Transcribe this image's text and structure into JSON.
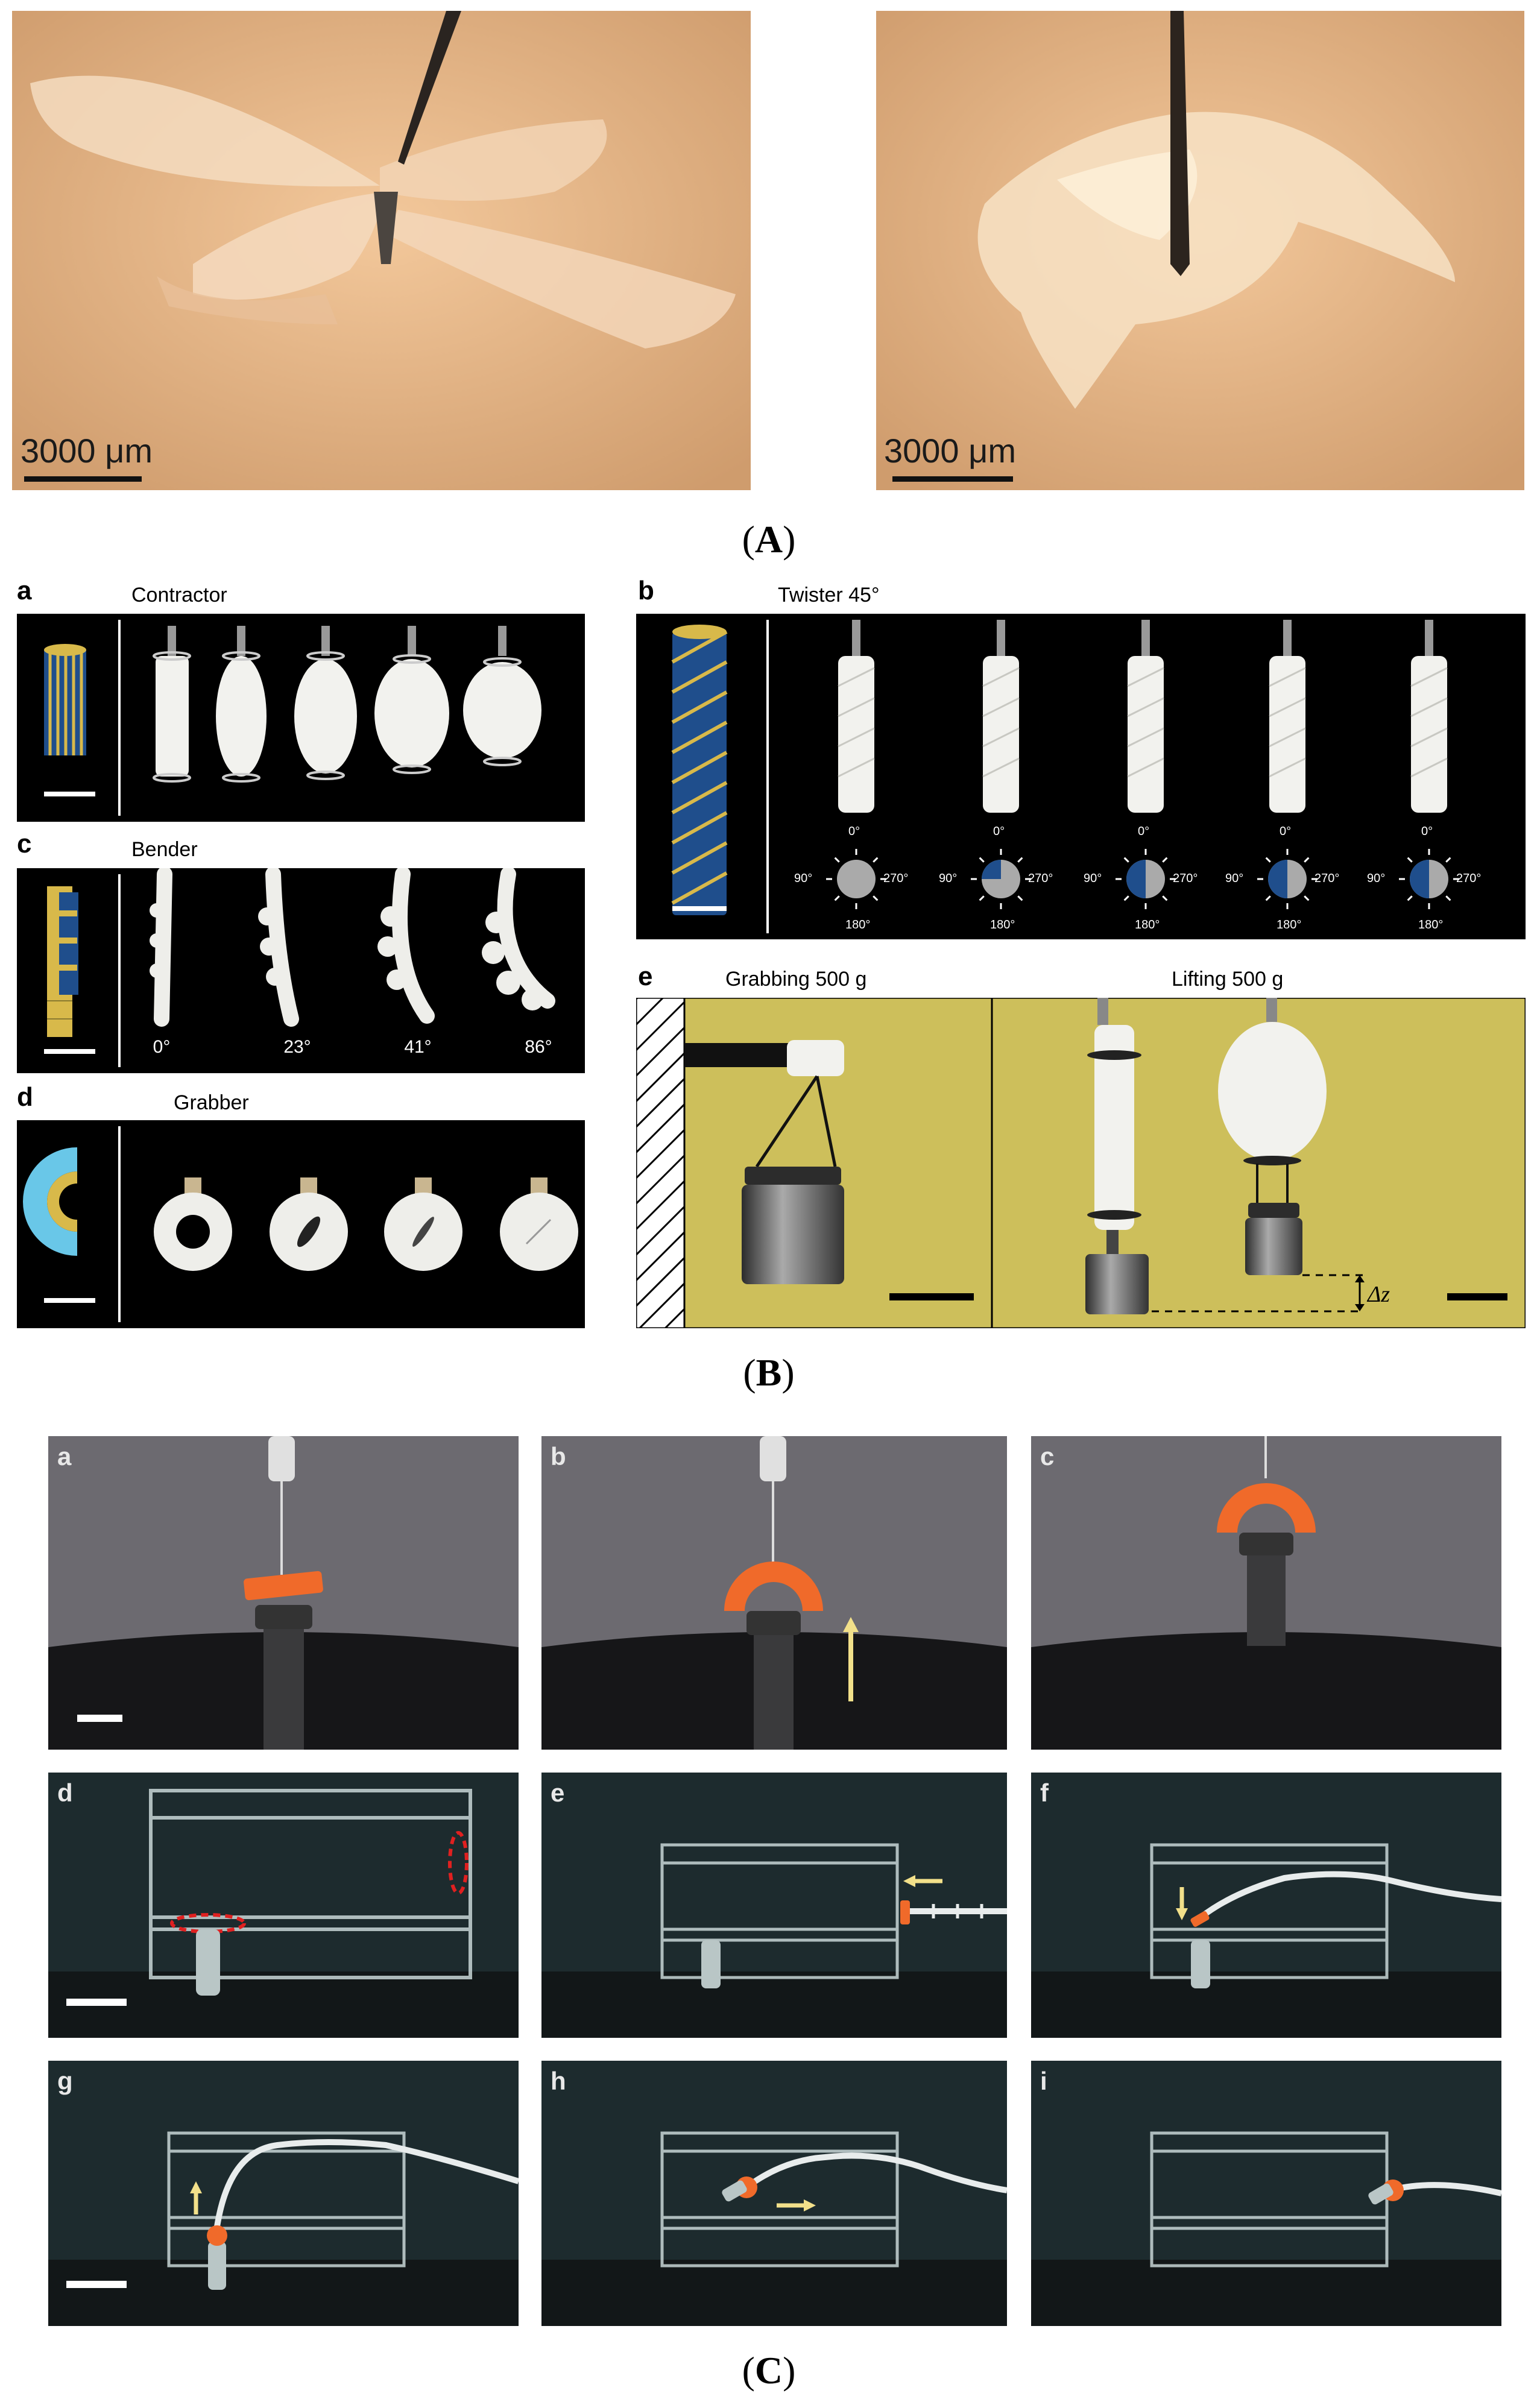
{
  "panelA": {
    "label_open": "(",
    "label_letter": "A",
    "label_close": ")",
    "left_scale": "3000 μm",
    "right_scale": "3000 μm"
  },
  "panelB": {
    "label_open": "(",
    "label_letter": "B",
    "label_close": ")",
    "a": {
      "letter": "a",
      "title": "Contractor"
    },
    "b": {
      "letter": "b",
      "title": "Twister 45°",
      "dial_labels": {
        "top": "0°",
        "left": "90°",
        "right": "270°",
        "bottom": "180°"
      },
      "dial_fills": [
        0,
        0.25,
        0.5,
        0.5,
        0.5
      ]
    },
    "c": {
      "letter": "c",
      "title": "Bender",
      "angles": [
        "0°",
        "23°",
        "41°",
        "86°"
      ]
    },
    "d": {
      "letter": "d",
      "title": "Grabber"
    },
    "e": {
      "letter": "e",
      "title_left": "Grabbing 500 g",
      "title_right": "Lifting 500 g",
      "delta": "Δz"
    }
  },
  "panelC": {
    "label_open": "(",
    "label_letter": "C",
    "label_close": ")",
    "frames": [
      "a",
      "b",
      "c",
      "d",
      "e",
      "f",
      "g",
      "h",
      "i"
    ]
  },
  "colors": {
    "photoA_bg": "#d9a97a",
    "yellow_bg": "#cdbf5b",
    "blue": "#1f4e8c",
    "gold": "#d8b94a",
    "cyan": "#69c7e8",
    "orange": "#f06a2a",
    "arrow_yellow": "#f2e08a"
  }
}
